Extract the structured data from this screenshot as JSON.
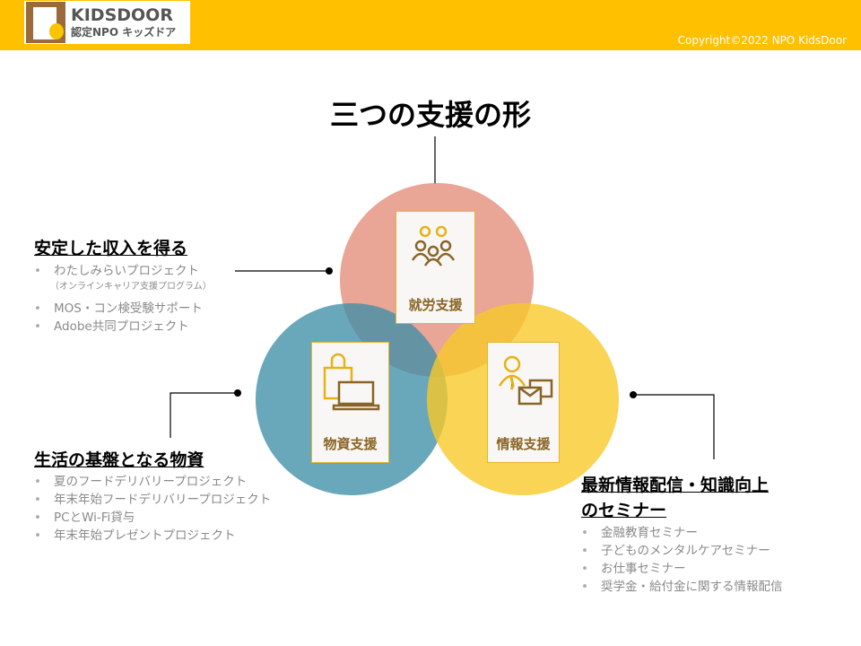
{
  "header": {
    "logo_en": "KIDSDOOR",
    "logo_jp": "認定NPO キッズドア",
    "copyright": "Copyright©2022 NPO KidsDoor"
  },
  "title": "三つの支援の形",
  "circles": [
    {
      "label": "就労支援",
      "color": "#E38E7C",
      "icon": "people-group-icon"
    },
    {
      "label": "物資支援",
      "color": "#3F8EA6",
      "icon": "bag-laptop-icon"
    },
    {
      "label": "情報支援",
      "color": "#F8C92A",
      "icon": "person-mail-icon"
    }
  ],
  "income": {
    "heading": "安定した収入を得る",
    "items": [
      "わたしみらいプロジェクト",
      "MOS・コン検受験サポート",
      "Adobe共同プロジェクト"
    ],
    "sub": "（オンラインキャリア支援プログラム）"
  },
  "goods": {
    "heading": "生活の基盤となる物資",
    "items": [
      "夏のフードデリバリープロジェクト",
      "年末年始フードデリバリープロジェクト",
      "PCとWi-Fi貸与",
      "年末年始プレゼントプロジェクト"
    ]
  },
  "info": {
    "heading_line1": "最新情報配信・知識向上",
    "heading_line2": "のセミナー",
    "items": [
      "金融教育セミナー",
      "子どものメンタルケアセミナー",
      "お仕事セミナー",
      "奨学金・給付金に関する情報配信"
    ]
  }
}
